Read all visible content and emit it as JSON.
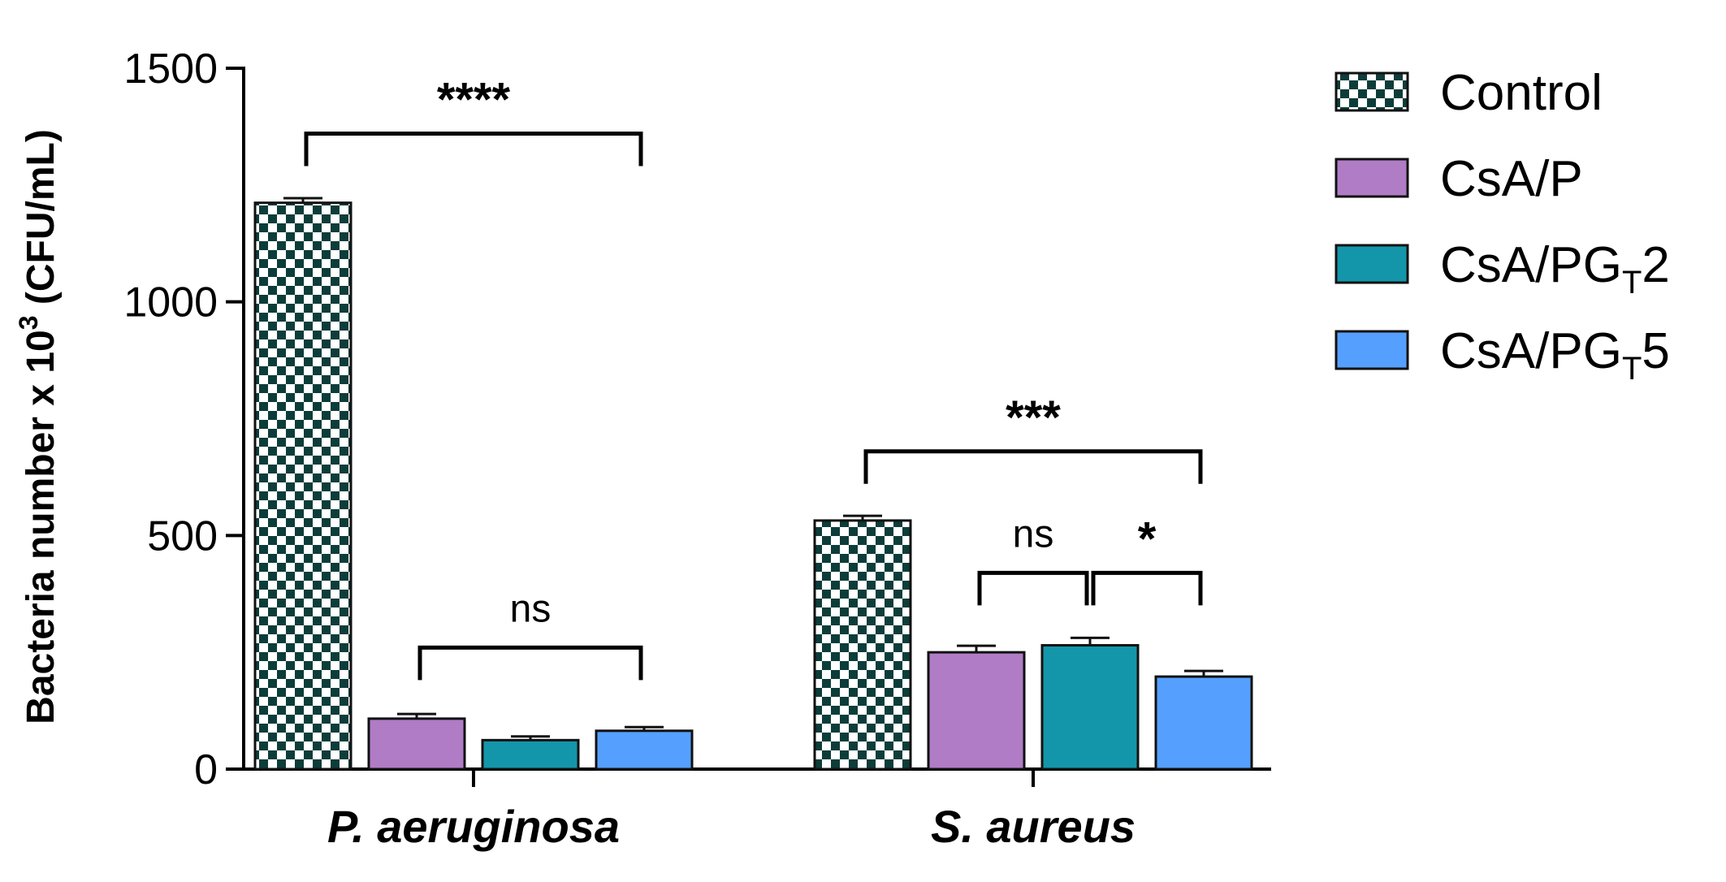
{
  "chart_data": {
    "type": "bar",
    "categories": [
      "P. aeruginosa",
      "S. aureus"
    ],
    "ylabel_main": "Bacteria number x 10",
    "ylabel_sup": "3",
    "ylabel_unit": "(CFU/mL)",
    "ylim": [
      0,
      1500
    ],
    "yticks": [
      0,
      500,
      1000,
      1500
    ],
    "grid": false,
    "legend_position": "right",
    "series": [
      {
        "name": "Control",
        "legend_main": "Control",
        "legend_sub": "",
        "legend_tail": "",
        "pattern": "checker",
        "color": "#0d3d3a",
        "values": [
          1212,
          532
        ],
        "errors": [
          10,
          10
        ]
      },
      {
        "name": "CsA/P",
        "legend_main": "CsA/P",
        "legend_sub": "",
        "legend_tail": "",
        "pattern": "solid",
        "color": "#b07cc6",
        "values": [
          108,
          250
        ],
        "errors": [
          10,
          14
        ]
      },
      {
        "name": "CsA/PGT2",
        "legend_main": "CsA/PG",
        "legend_sub": "T",
        "legend_tail": "2",
        "pattern": "solid",
        "color": "#1496aa",
        "values": [
          62,
          265
        ],
        "errors": [
          8,
          16
        ]
      },
      {
        "name": "CsA/PGT5",
        "legend_main": "CsA/PG",
        "legend_sub": "T",
        "legend_tail": "5",
        "pattern": "solid",
        "color": "#55a0ff",
        "values": [
          82,
          198
        ],
        "errors": [
          8,
          12
        ]
      }
    ],
    "annotations": [
      {
        "category": 0,
        "from": 0,
        "to": 3,
        "label": "****",
        "level": 1360
      },
      {
        "category": 0,
        "from": 1,
        "to": 3,
        "label": "ns",
        "level": 260
      },
      {
        "category": 1,
        "from": 0,
        "to": 3,
        "label": "***",
        "level": 680
      },
      {
        "category": 1,
        "from": 1,
        "to": 2,
        "label": "ns",
        "level": 420
      },
      {
        "category": 1,
        "from": 2,
        "to": 3,
        "label": "*",
        "level": 420
      }
    ]
  }
}
